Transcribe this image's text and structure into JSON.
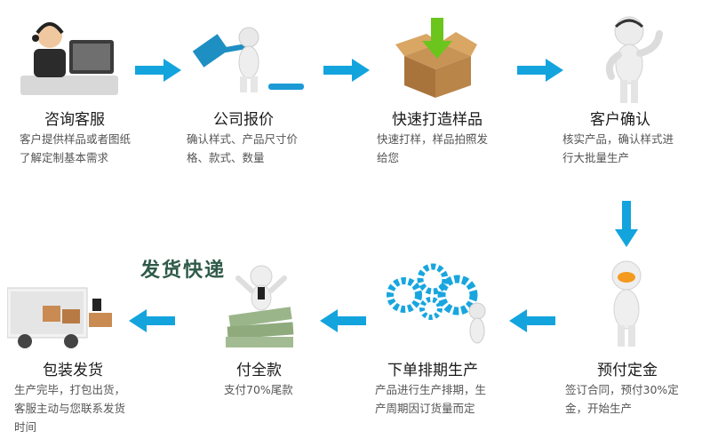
{
  "steps": [
    {
      "title": "咨询客服",
      "desc": [
        "客户提供样品或者图纸",
        "了解定制基本需求"
      ]
    },
    {
      "title": "公司报价",
      "desc": [
        "确认样式、产品尺寸价",
        "格、款式、数量"
      ]
    },
    {
      "title": "快速打造样品",
      "desc": [
        "快速打样，样品拍照发",
        "给您"
      ]
    },
    {
      "title": "客户确认",
      "desc": [
        "核实产品，确认样式进",
        "行大批量生产"
      ]
    },
    {
      "title": "预付定金",
      "desc": [
        "签订合同，预付30%定",
        "金，开始生产"
      ]
    },
    {
      "title": "下单排期生产",
      "desc": [
        "产品进行生产排期，生",
        "产周期因订货量而定"
      ]
    },
    {
      "title": "付全款",
      "desc": [
        "支付70%尾款"
      ]
    },
    {
      "title": "包装发货",
      "desc": [
        "生产完毕，打包出货，",
        "客服主动与您联系发货",
        "时间"
      ]
    }
  ],
  "banner": "发货快递",
  "colors": {
    "arrow": "#13a4de",
    "arrow_dark": "#0b86c1",
    "banner": "#2f5a49"
  },
  "icons": [
    "headset-operator-icon",
    "hammer-figure-icon",
    "box-arrow-icon",
    "thinking-figure-icon",
    "coin-figure-icon",
    "gears-figure-icon",
    "money-figure-icon",
    "delivery-truck-icon"
  ]
}
